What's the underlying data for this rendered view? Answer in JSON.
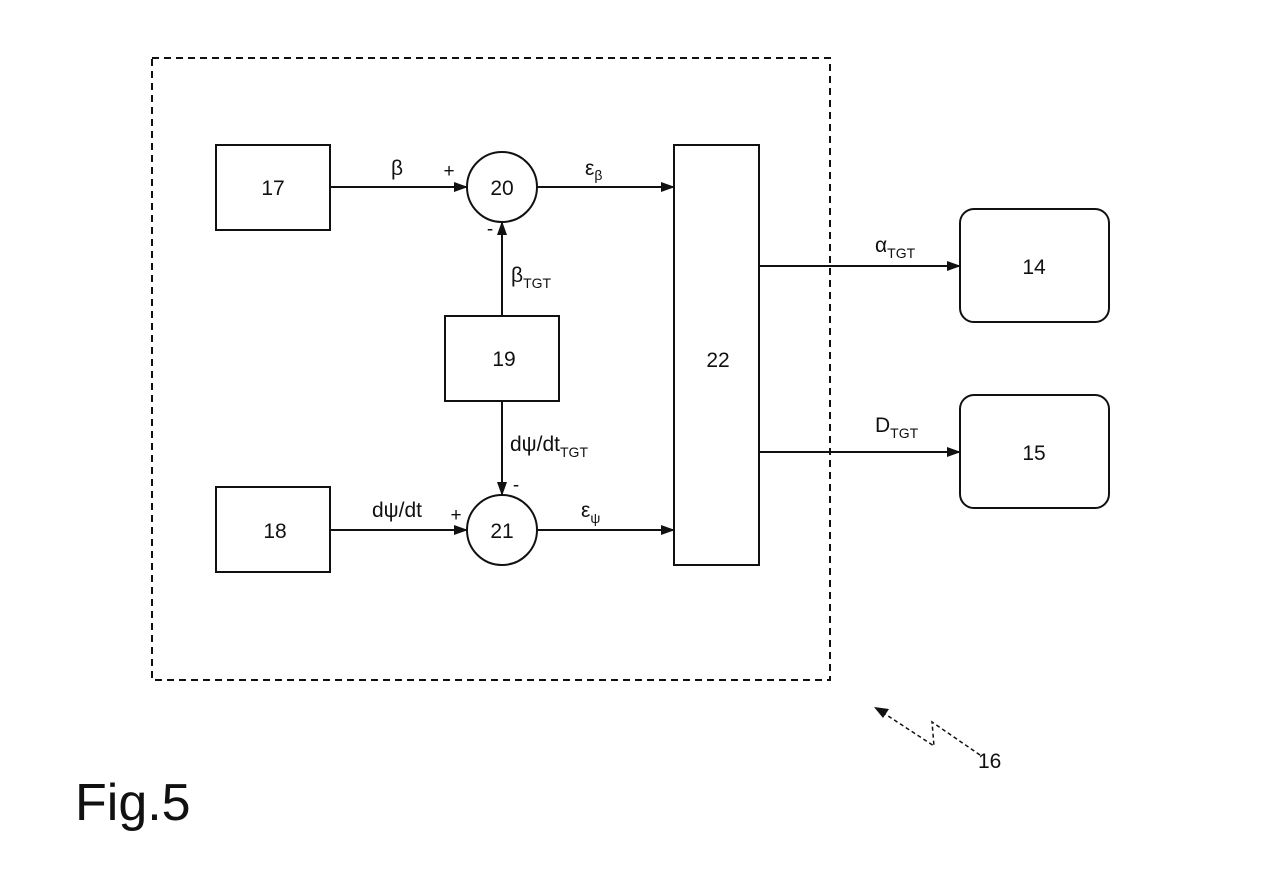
{
  "figure": {
    "title": "Fig.5",
    "reference": "16"
  },
  "blocks": {
    "b17": "17",
    "b18": "18",
    "b19": "19",
    "b20": "20",
    "b21": "21",
    "b22": "22",
    "b14": "14",
    "b15": "15"
  },
  "signals": {
    "beta": "β",
    "beta_tgt_main": "β",
    "beta_tgt_sub": "TGT",
    "eps_beta_main": "ε",
    "eps_beta_sub": "β",
    "dpsi_dt": "dψ/dt",
    "dpsi_dt_tgt_main": "dψ/dt",
    "dpsi_dt_tgt_sub": "TGT",
    "eps_psi_main": "ε",
    "eps_psi_sub": "ψ",
    "alpha_tgt_main": "α",
    "alpha_tgt_sub": "TGT",
    "d_tgt_main": "D",
    "d_tgt_sub": "TGT"
  },
  "signs": {
    "s20_plus": "+",
    "s20_minus": "-",
    "s21_plus": "+",
    "s21_minus": "-"
  },
  "icons": {
    "arrowhead": "arrowhead-icon",
    "reference_arrow": "reference-arrow-icon"
  },
  "colors": {
    "ink": "#111111",
    "background": "#ffffff"
  }
}
